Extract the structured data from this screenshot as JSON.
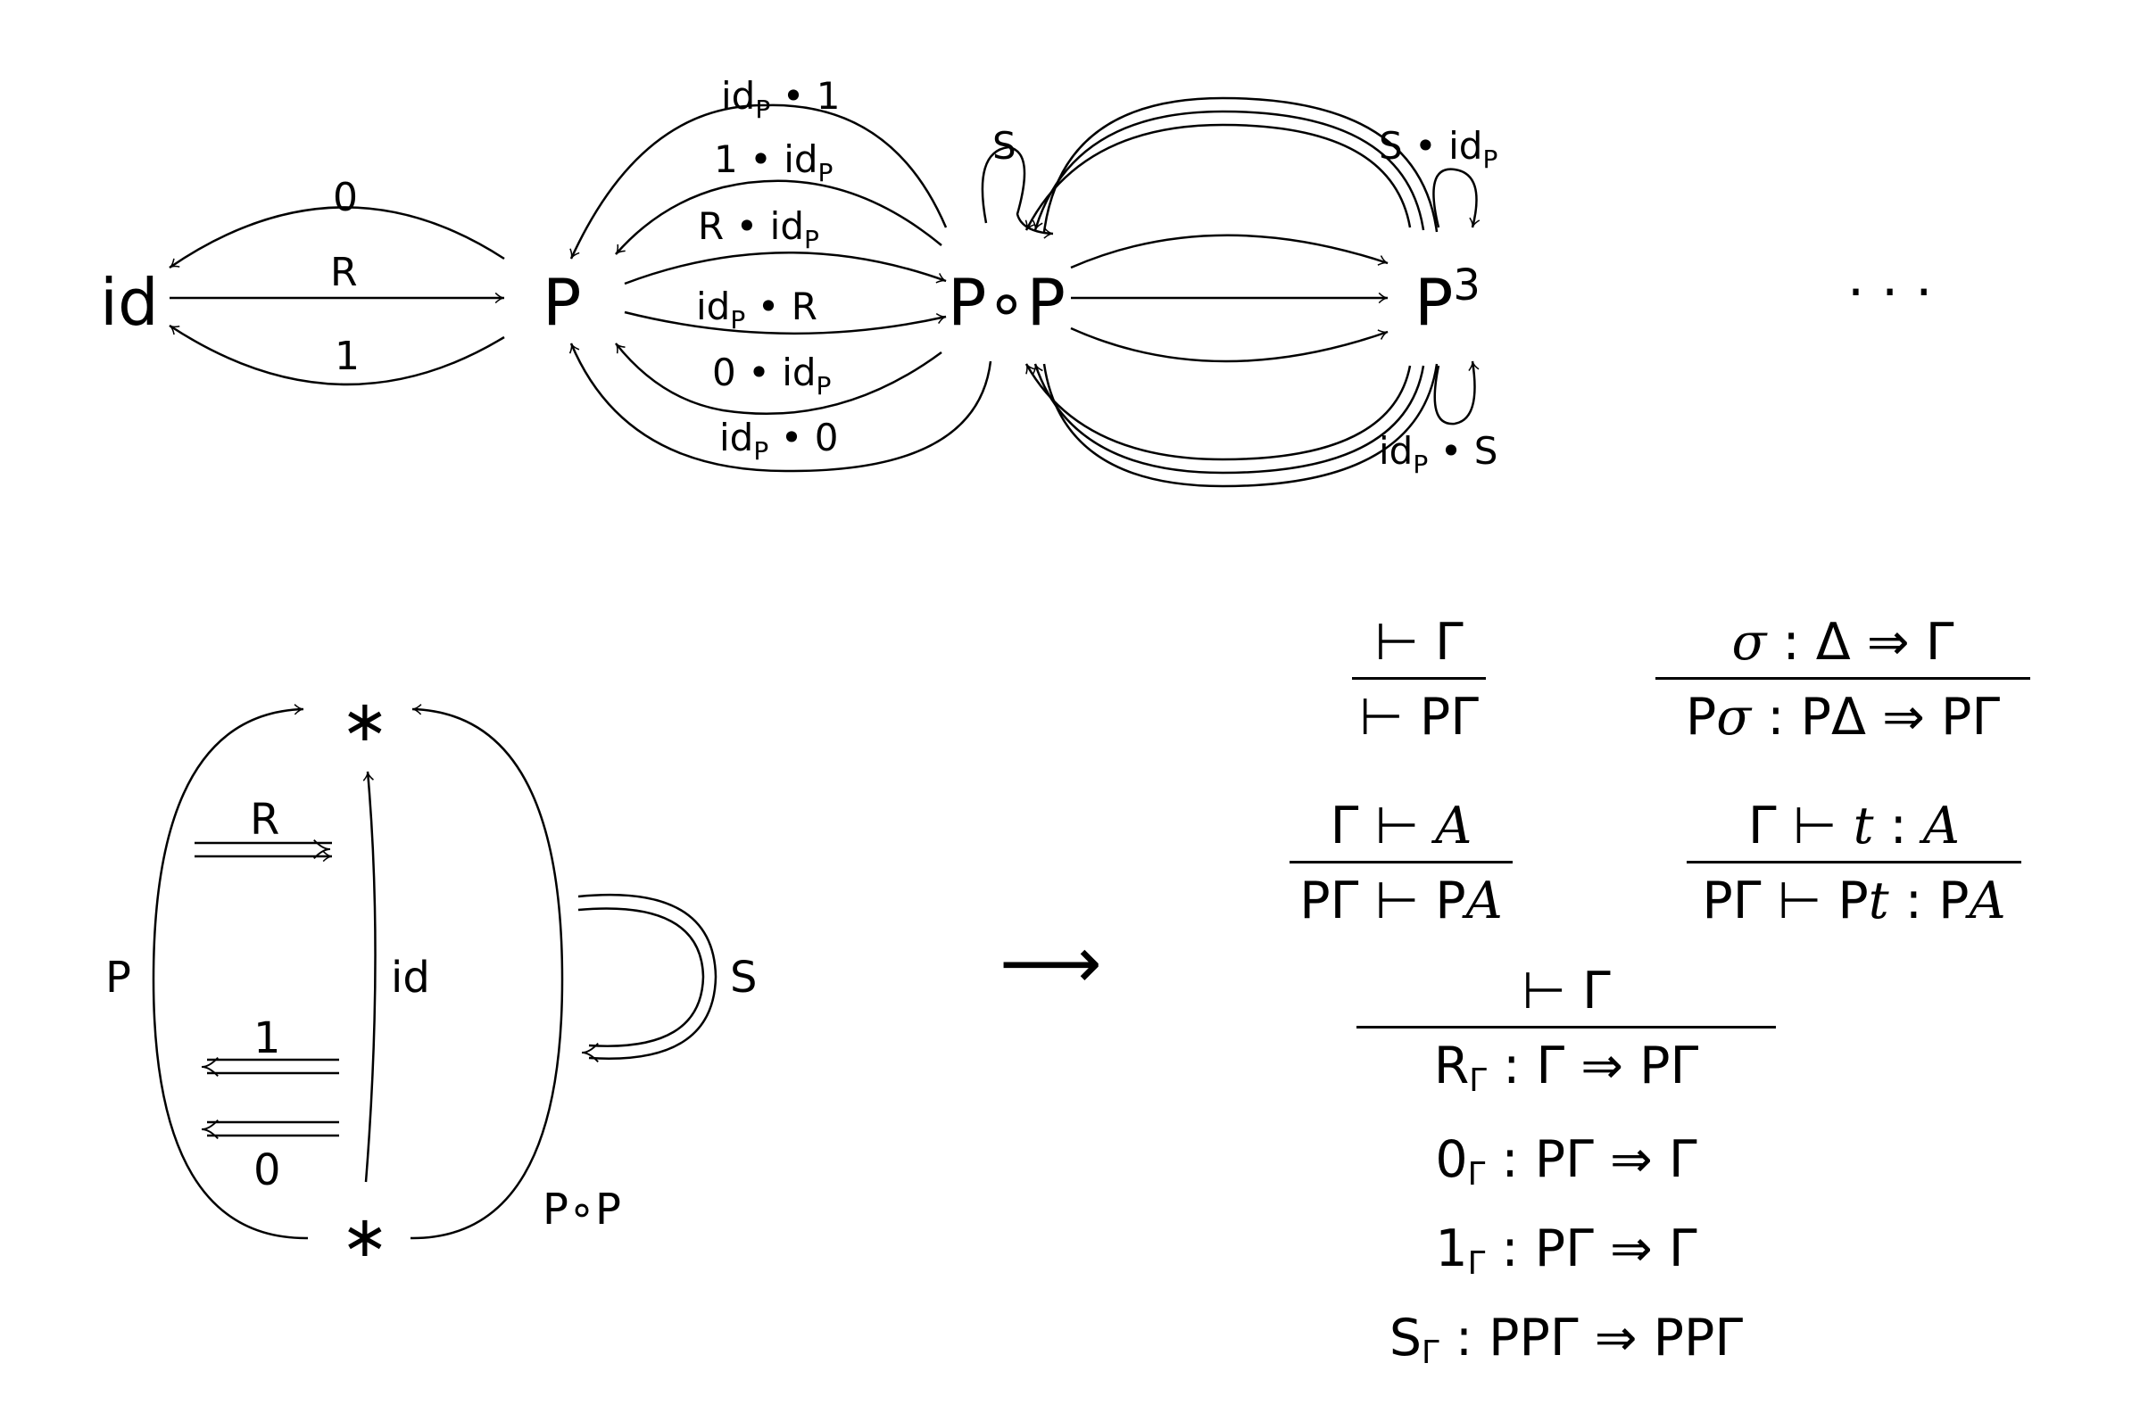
{
  "top_diagram": {
    "nodes": {
      "id": "id",
      "p": "P",
      "pop": "P∘P",
      "p3_base": "P",
      "p3_exp": "3",
      "dots": "· · ·"
    },
    "labels": {
      "zero": "0",
      "r": "R",
      "one": "1",
      "idp_1": "id_P • 1",
      "one_idp": "1 • id_P",
      "r_idp": "R • id_P",
      "idp_r": "id_P • R",
      "zero_idp": "0 • id_P",
      "idp_0": "id_P • 0",
      "s": "S",
      "s_idp": "S • id_P",
      "idp_s": "id_P • S"
    }
  },
  "bottom_diagram": {
    "stars": {
      "top": "∗",
      "bottom": "∗"
    },
    "labels": {
      "p": "P",
      "id": "id",
      "r": "R",
      "one": "1",
      "zero": "0",
      "s": "S",
      "pop": "P∘P"
    },
    "arrow": "⟶"
  },
  "rules": {
    "r1": {
      "premise": "⊢ Γ",
      "conclusion": "⊢ PΓ"
    },
    "r2": {
      "premise_sigma": "σ",
      "premise_rest": " : Δ ⇒ Γ",
      "conclusion_p": "P",
      "conclusion_sigma": "σ",
      "conclusion_rest": " : PΔ ⇒ PΓ"
    },
    "r3": {
      "premise_left": "Γ ⊢ ",
      "premise_a": "A",
      "conclusion_left": "PΓ ⊢ P",
      "conclusion_a": "A"
    },
    "r4": {
      "premise_left": "Γ ⊢ ",
      "premise_t": "t",
      "premise_mid": " : ",
      "premise_a": "A",
      "conclusion_left": "PΓ ⊢ P",
      "conclusion_t": "t",
      "conclusion_mid": " : P",
      "conclusion_a": "A"
    },
    "r5": {
      "premise": "⊢ Γ"
    },
    "defs": [
      {
        "name": "R",
        "sub": "Γ",
        "rest": " : Γ ⇒ PΓ"
      },
      {
        "name": "0",
        "sub": "Γ",
        "rest": " : PΓ ⇒ Γ"
      },
      {
        "name": "1",
        "sub": "Γ",
        "rest": " : PΓ ⇒ Γ"
      },
      {
        "name": "S",
        "sub": "Γ",
        "rest": " : PPΓ ⇒ PPΓ"
      }
    ]
  }
}
